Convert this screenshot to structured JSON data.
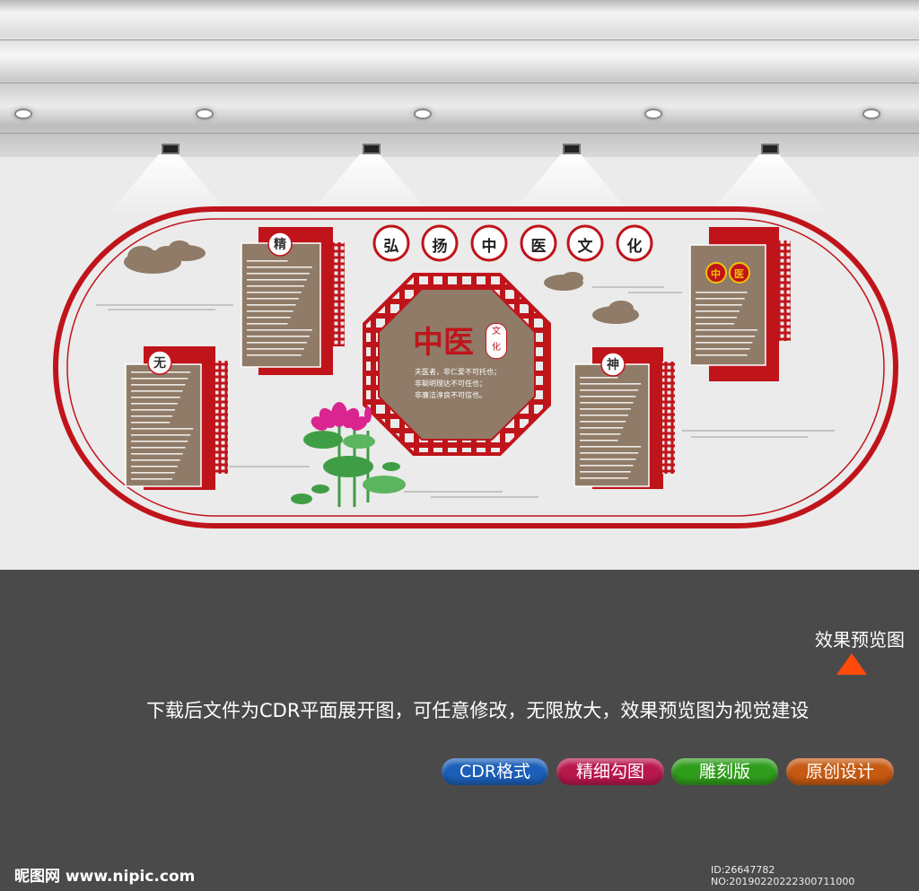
{
  "board": {
    "title_chars": [
      "弘",
      "扬",
      "中",
      "医",
      "文",
      "化"
    ],
    "center_title": "中医",
    "center_seal": [
      "文",
      "化"
    ],
    "center_lines": [
      "夫医者，非仁爱不可托也；",
      "非聪明理达不可任也；",
      "非廉洁淳良不可信也。"
    ],
    "panel_labels": [
      "精",
      "无",
      "神"
    ],
    "small_panel_title": [
      "中",
      "医"
    ]
  },
  "footer": {
    "preview_label": "效果预览图",
    "description": "下载后文件为CDR平面展开图，可任意修改，无限放大，效果预览图为视觉建设",
    "badges": [
      {
        "label": "CDR格式",
        "color": "#1c5fb8"
      },
      {
        "label": "精细勾图",
        "color": "#b8184c"
      },
      {
        "label": "雕刻版",
        "color": "#2f9d1c"
      },
      {
        "label": "原创设计",
        "color": "#c65a12"
      }
    ],
    "watermark": "昵图网 www.nipic.com",
    "id_text": "ID:26647782 NO:20190220222300711000"
  },
  "colors": {
    "frame_red": "#c0141b",
    "panel_brown": "#8f7b67",
    "lotus_pink": "#d9258f",
    "leaf_green": "#3f9e45"
  }
}
